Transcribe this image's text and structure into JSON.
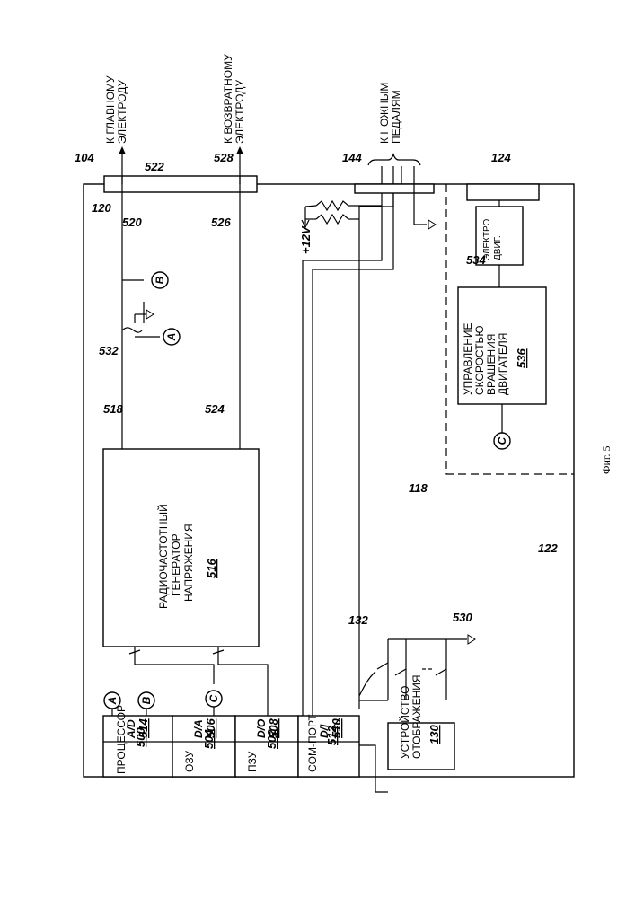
{
  "figure_caption": "Фиг. 5",
  "refs": {
    "r104": "104",
    "r120": "120",
    "r520": "520",
    "r522": "522",
    "r526": "526",
    "r528": "528",
    "r144": "144",
    "r124": "124",
    "r518": "518",
    "r524": "524",
    "r532": "532",
    "r534": "534",
    "r118": "118",
    "r122": "122",
    "r132": "132",
    "r530": "530"
  },
  "external": {
    "main_electrode": [
      "К ГЛАВНОМУ",
      "ЭЛЕКТРОДУ"
    ],
    "return_electrode": [
      "К ВОЗВРАТНОМУ",
      "ЭЛЕКТРОДУ"
    ],
    "foot_pedals": [
      "К НОЖНЫМ",
      "ПЕДАЛЯМ"
    ],
    "supply": "+12V"
  },
  "blocks": {
    "rf_generator": {
      "lines": [
        "РАДИОЧАСТОТНЫЙ",
        "ГЕНЕРАТОР",
        "НАПРЯЖЕНИЯ"
      ],
      "number": "516"
    },
    "speed_control": {
      "lines": [
        "УПРАВЛЕНИЕ",
        "СКОРОСТЬЮ",
        "ВРАЩЕНИЯ",
        "ДВИГАТЕЛЯ"
      ],
      "number": "536"
    },
    "motor": {
      "lines": [
        "ЭЛЕКТРО",
        "ДВИГ."
      ]
    },
    "display": {
      "lines": [
        "УСТРОЙСТВО",
        "ОТОБРАЖЕНИЯ"
      ],
      "number": "130"
    },
    "processor": {
      "label": "ПРОЦЕССОР",
      "number": "500"
    },
    "ram": {
      "label": "ОЗУ",
      "number": "504"
    },
    "rom": {
      "label": "ПЗУ",
      "number": "502"
    },
    "com_port": {
      "label": "COM-ПОРТ",
      "number": "512"
    },
    "ad": {
      "label": "A/D",
      "number": "514"
    },
    "da": {
      "label": "D/A",
      "number": "506"
    },
    "do": {
      "label": "D/O",
      "number": "508"
    },
    "di": {
      "label": "D/I",
      "number": "510"
    }
  },
  "connectors": {
    "a": "A",
    "b": "B",
    "c": "C"
  }
}
